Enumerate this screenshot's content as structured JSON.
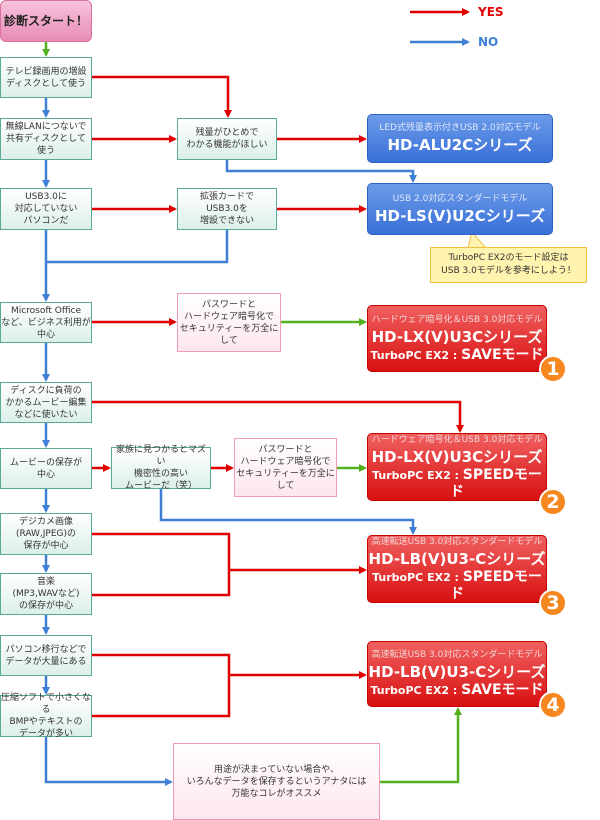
{
  "legend": {
    "yes": "YES",
    "no": "NO",
    "colors": {
      "yes": "#e00000",
      "no": "#3f7fd6",
      "other": "#55b020"
    }
  },
  "start": "診断スタート！",
  "questions": [
    "テレビ録画用の増設\nディスクとして使う",
    "無線LANにつないで\n共有ディスクとして\n使う",
    "USB3.0に\n対応していない\nパソコンだ",
    "Microsoft Office\nなど、ビジネス利用が\n中心",
    "ディスクに負荷の\nかかるムービー編集\nなどに使いたい",
    "ムービーの保存が\n中心",
    "デジカメ画像\n(RAW,JPEG)の\n保存が中心",
    "音楽\n(MP3,WAVなど)\nの保存が中心",
    "パソコン移行などで\nデータが大量にある",
    "圧縮ソフトで小さくなる\nBMPやテキストの\nデータが多い"
  ],
  "sub_questions": {
    "remaining": "残量がひとめで\nわかる機能がほしい",
    "expansion": "拡張カードで\nUSB3.0を\n増設できない",
    "family": "家族に見つかるとマズい\n機密性の高い\nムービーだ（笑）"
  },
  "notes": {
    "security1": "パスワードと\nハードウェア暗号化で\nセキュリティーを万全にして",
    "security2": "パスワードと\nハードウェア暗号化で\nセキュリティーを万全にして",
    "general": "用途が決まっていない場合や、\nいろんなデータを保存するというアナタには\n万能なコレがオススメ"
  },
  "callout": "TurboPC EX2のモード設定は\nUSB 3.0モデルを参考にしよう！",
  "results_blue": [
    {
      "sub": "LED式残量表示付きUSB 2.0対応モデル",
      "name": "HD-ALU2Cシリーズ"
    },
    {
      "sub": "USB 2.0対応スタンダードモデル",
      "name": "HD-LS(V)U2Cシリーズ"
    }
  ],
  "results_red": [
    {
      "sub": "ハードウェア暗号化＆USB 3.0対応モデル",
      "name": "HD-LX(V)U3Cシリーズ",
      "mode_prefix": "TurboPC EX2 : ",
      "mode": "SAVEモード",
      "badge": "1"
    },
    {
      "sub": "ハードウェア暗号化＆USB 3.0対応モデル",
      "name": "HD-LX(V)U3Cシリーズ",
      "mode_prefix": "TurboPC EX2 : ",
      "mode": "SPEEDモード",
      "badge": "2"
    },
    {
      "sub": "高速転送USB 3.0対応スタンダードモデル",
      "name": "HD-LB(V)U3-Cシリーズ",
      "mode_prefix": "TurboPC EX2 : ",
      "mode": "SPEEDモード",
      "badge": "3"
    },
    {
      "sub": "高速転送USB 3.0対応スタンダードモデル",
      "name": "HD-LB(V)U3-Cシリーズ",
      "mode_prefix": "TurboPC EX2 : ",
      "mode": "SAVEモード",
      "badge": "4"
    }
  ]
}
